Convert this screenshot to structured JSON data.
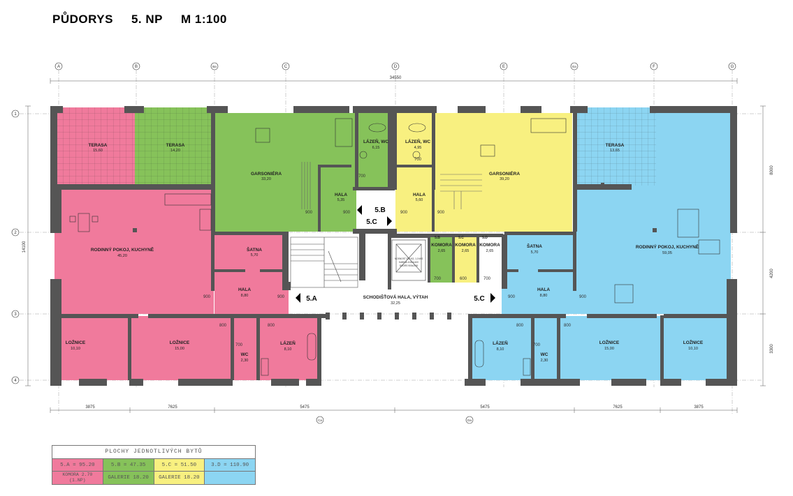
{
  "title": {
    "part1": "PŮDORYS",
    "part2": "5. NP",
    "part3": "M 1:100"
  },
  "colors": {
    "pink": "#f07a9c",
    "green": "#86c25a",
    "yellow": "#f8f080",
    "blue": "#8cd5f2",
    "wall": "#555555",
    "line": "#333333"
  },
  "axes_top": [
    "A",
    "B",
    "Ba",
    "C",
    "D",
    "E",
    "Ea",
    "F",
    "G"
  ],
  "axes_left": [
    "1",
    "2",
    "3",
    "4"
  ],
  "axes_bottom": [
    "Ca",
    "Da"
  ],
  "dimensions": {
    "overall": "34550",
    "bottom": [
      "3875",
      "7625",
      "5475",
      "5475",
      "7625",
      "3875"
    ],
    "right": [
      "8000",
      "4200",
      "3300"
    ],
    "left": "14100"
  },
  "rooms": {
    "terasa_a": {
      "name": "TERASA",
      "area": "15,60"
    },
    "terasa_b": {
      "name": "TERASA",
      "area": "14,20"
    },
    "garsoniera_b": {
      "name": "GARSONIÉRA",
      "area": "33,20"
    },
    "koupelna_b": {
      "name": "LÁZEŇ, WC",
      "area": "6,15"
    },
    "koupelna_c": {
      "name": "LÁZEŇ, WC",
      "area": "4,95"
    },
    "garsoniera_c": {
      "name": "GARSONIÉRA",
      "area": "39,20"
    },
    "terasa_d": {
      "name": "TERASA",
      "area": "13,65"
    },
    "hala_b": {
      "name": "HALA",
      "area": "5,35"
    },
    "hala_c": {
      "name": "HALA",
      "area": "5,60"
    },
    "obyvak_a": {
      "name": "RODINNÝ POKOJ, KUCHYNĚ",
      "area": "45,20"
    },
    "satna_a": {
      "name": "ŠATNA",
      "area": "5,70"
    },
    "hala_a": {
      "name": "HALA",
      "area": "8,80"
    },
    "komora_1": {
      "tag": "5.B",
      "name": "KOMORA",
      "area": "2,65"
    },
    "komora_2": {
      "tag": "5.C",
      "name": "KOMORA",
      "area": "2,65"
    },
    "komora_3": {
      "tag": "5.D",
      "name": "KOMORA",
      "area": "2,65"
    },
    "satna_d": {
      "name": "ŠATNA",
      "area": "5,70"
    },
    "obyvak_d": {
      "name": "RODINNÝ POKOJ, KUCHYNĚ",
      "area": "59,05"
    },
    "hala_d": {
      "name": "HALA",
      "area": "8,80"
    },
    "schodiste": {
      "name": "SCHODIŠŤOVÁ HALA, VÝTAH",
      "area": "32,25"
    },
    "loznice_a1": {
      "name": "LOŽNICE",
      "area": "10,10"
    },
    "loznice_a2": {
      "name": "LOŽNICE",
      "area": "15,00"
    },
    "wc_a": {
      "name": "WC",
      "area": "2,30"
    },
    "lazen_a": {
      "name": "LÁZEŇ",
      "area": "8,10"
    },
    "lazen_d": {
      "name": "LÁZEŇ",
      "area": "8,10"
    },
    "wc_d": {
      "name": "WC",
      "area": "2,30"
    },
    "loznice_d2": {
      "name": "LOŽNICE",
      "area": "15,00"
    },
    "loznice_d1": {
      "name": "LOŽNICE",
      "area": "10,10"
    }
  },
  "section_marks": {
    "b": "5.B",
    "c1": "5.C",
    "a": "5.A",
    "c2": "5.C"
  },
  "door_labels": [
    "900",
    "800",
    "700",
    "600"
  ],
  "elevator_note": "NOSNOST 320 KG, 1,0 M/S\nKABINA 1100x1400\nDOORS 900x2000",
  "legend": {
    "header": "PLOCHY JEDNOTLIVÝCH BYTŮ",
    "row1": [
      "5.A = 95.20",
      "5.B = 47.35",
      "5.C = 51.50",
      "3.D = 110.90"
    ],
    "row2": [
      "KOMORA 2.70\n(1.NP)",
      "GALERIE 18.20",
      "GALERIE 18.20",
      ""
    ]
  }
}
